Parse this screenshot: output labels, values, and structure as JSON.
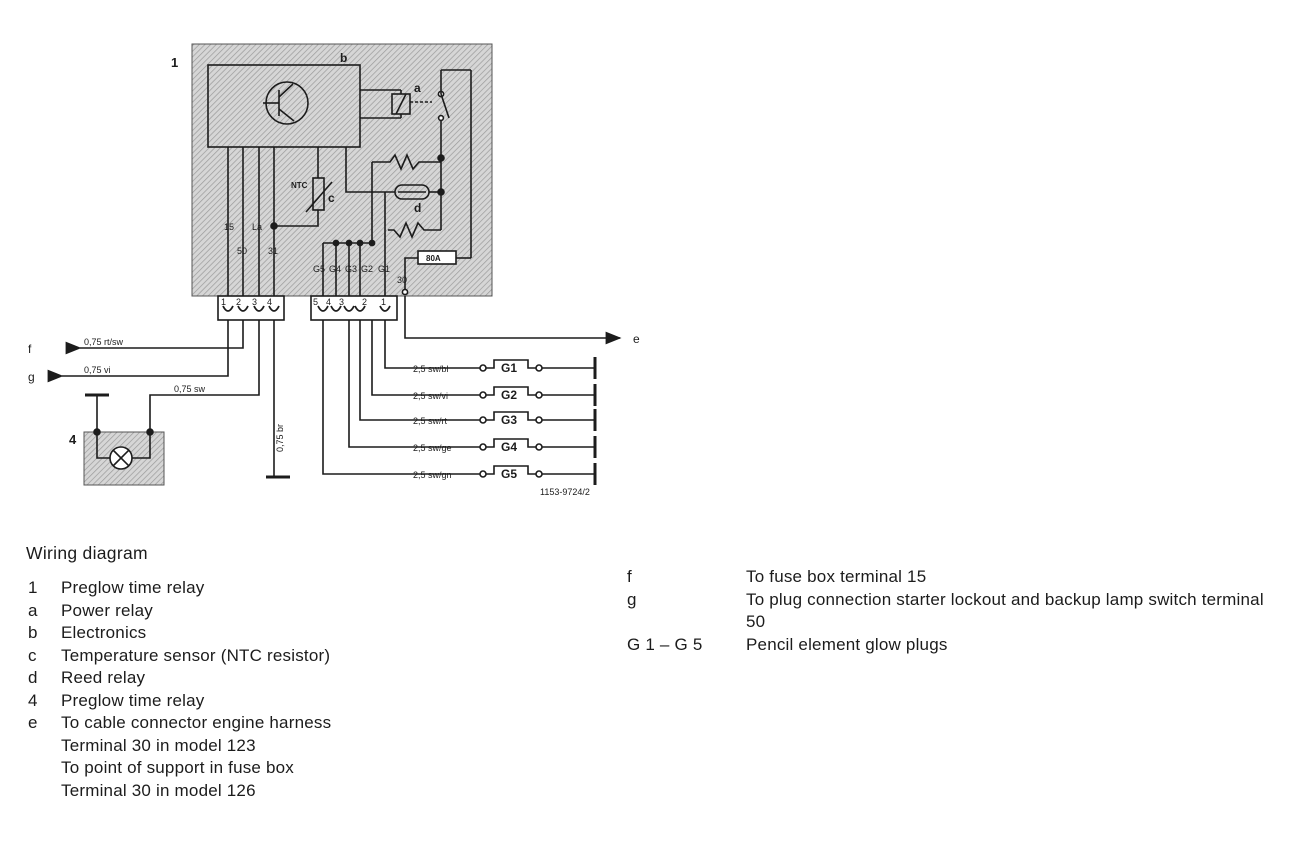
{
  "diagram": {
    "relay_number": "1",
    "electronics_letter": "b",
    "power_relay_letter": "a",
    "ntc_label": "NTC",
    "sensor_letter": "c",
    "reed_letter": "d",
    "terminal_15": "15",
    "terminal_50": "50",
    "terminal_la": "La",
    "terminal_31": "31",
    "terminal_30": "30",
    "fuse_label": "80A",
    "glow_terminals": [
      "G5",
      "G4",
      "G3",
      "G2",
      "G1"
    ],
    "left_pins": [
      "1",
      "2",
      "3",
      "4"
    ],
    "right_pins": [
      "5",
      "4",
      "3",
      "2",
      "1"
    ],
    "lead_f": "f",
    "lead_g": "g",
    "lead_e": "e",
    "wire_f": "0,75 rt/sw",
    "wire_g": "0,75 vi",
    "wire_lamp": "0,75 sw",
    "wire_br": "0,75 br",
    "lamp_number": "4",
    "glow_wires": [
      "2,5 sw/bl",
      "2,5 sw/vi",
      "2,5 sw/rt",
      "2,5 sw/ge",
      "2,5 sw/gn"
    ],
    "glow_plugs": [
      "G1",
      "G2",
      "G3",
      "G4",
      "G5"
    ],
    "ref_number": "1153-9724/2"
  },
  "legend": {
    "title": "Wiring diagram",
    "left_items": [
      {
        "key": "1",
        "text": "Preglow time relay"
      },
      {
        "key": "a",
        "text": "Power relay"
      },
      {
        "key": "b",
        "text": "Electronics"
      },
      {
        "key": "c",
        "text": "Temperature sensor (NTC resistor)"
      },
      {
        "key": "d",
        "text": "Reed relay"
      },
      {
        "key": "4",
        "text": "Preglow time relay"
      },
      {
        "key": "e",
        "text": "To cable connector engine harness"
      }
    ],
    "e_continuation": [
      "Terminal 30 in model 123",
      "To point of support in fuse box",
      "Terminal 30 in model 126"
    ],
    "right_items": [
      {
        "key": "f",
        "text": "To fuse box terminal 15"
      },
      {
        "key": "g",
        "text": "To plug connection starter lockout and backup lamp switch terminal 50"
      },
      {
        "key": "G 1 – G 5",
        "text": "Pencil element glow plugs"
      }
    ]
  }
}
